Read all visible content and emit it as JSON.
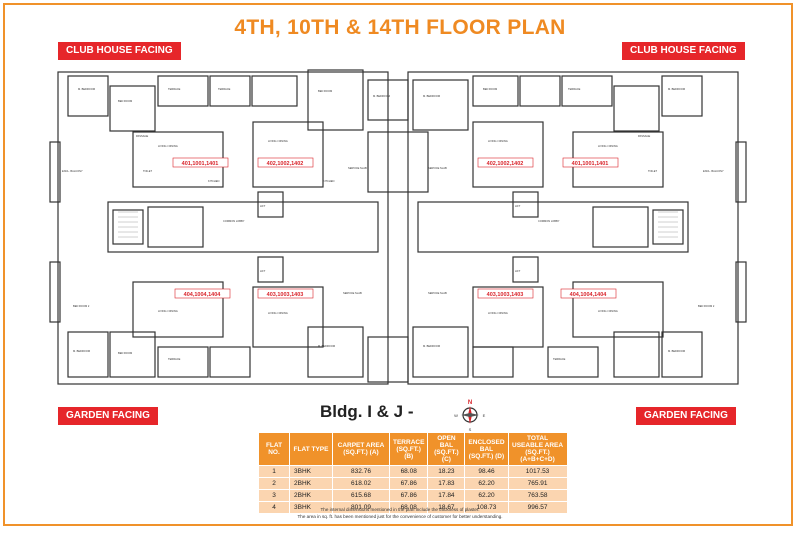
{
  "title": "4TH, 10TH & 14TH FLOOR PLAN",
  "tags": {
    "top_left": "CLUB HOUSE FACING",
    "top_right": "CLUB HOUSE FACING",
    "bottom_left": "GARDEN FACING",
    "bottom_right": "GARDEN FACING"
  },
  "units": {
    "u401_left": "401,1001,1401",
    "u402_left": "402,1002,1402",
    "u402_right": "402,1002,1402",
    "u401_right": "401,1001,1401",
    "u404_left": "404,1004,1404",
    "u403_left": "403,1003,1403",
    "u403_right": "403,1003,1403",
    "u404_right": "404,1004,1404"
  },
  "rooms": {
    "bedroom": "BED ROOM",
    "m_bedroom": "M. BEDROOM",
    "terrace": "TERRACE",
    "living": "LIVING / DINING",
    "kitchen": "KITCHEN",
    "toilet": "TOILET",
    "lift": "LIFT",
    "common_lobby": "COMMON LOBBY",
    "service_slab": "SERVICE SLAB",
    "passage": "PASSAGE",
    "encl_balcony": "ENCL. BALCONY",
    "bed_room_2": "BED ROOM 2"
  },
  "building": "Bldg. I & J -",
  "compass": {
    "n": "N",
    "s": "S",
    "e": "E",
    "w": "W"
  },
  "accent_color": "#f0922a",
  "tag_color": "#e6262a",
  "table": {
    "headers": [
      "FLAT NO.",
      "FLAT TYPE",
      "CARPET AREA (SQ.FT.) (A)",
      "TERRACE (SQ.FT.) (B)",
      "OPEN BAL (SQ.FT.) (C)",
      "ENCLOSED BAL (SQ.FT.) (D)",
      "TOTAL USEABLE AREA (SQ.FT.) (A+B+C+D)"
    ],
    "rows": [
      [
        "1",
        "3BHK",
        "832.76",
        "68.08",
        "18.23",
        "98.46",
        "1017.53"
      ],
      [
        "2",
        "2BHK",
        "618.02",
        "67.86",
        "17.83",
        "62.20",
        "765.91"
      ],
      [
        "3",
        "2BHK",
        "615.68",
        "67.86",
        "17.84",
        "62.20",
        "763.58"
      ],
      [
        "4",
        "3BHK",
        "801.09",
        "68.08",
        "18.67",
        "108.73",
        "996.57"
      ]
    ]
  },
  "notes": {
    "line1": "The internal dimensions mentioned in the plan include the thickness of plaster.",
    "line2": "The area in sq. ft. has been mentioned just for the convenience of customer for better understanding."
  }
}
